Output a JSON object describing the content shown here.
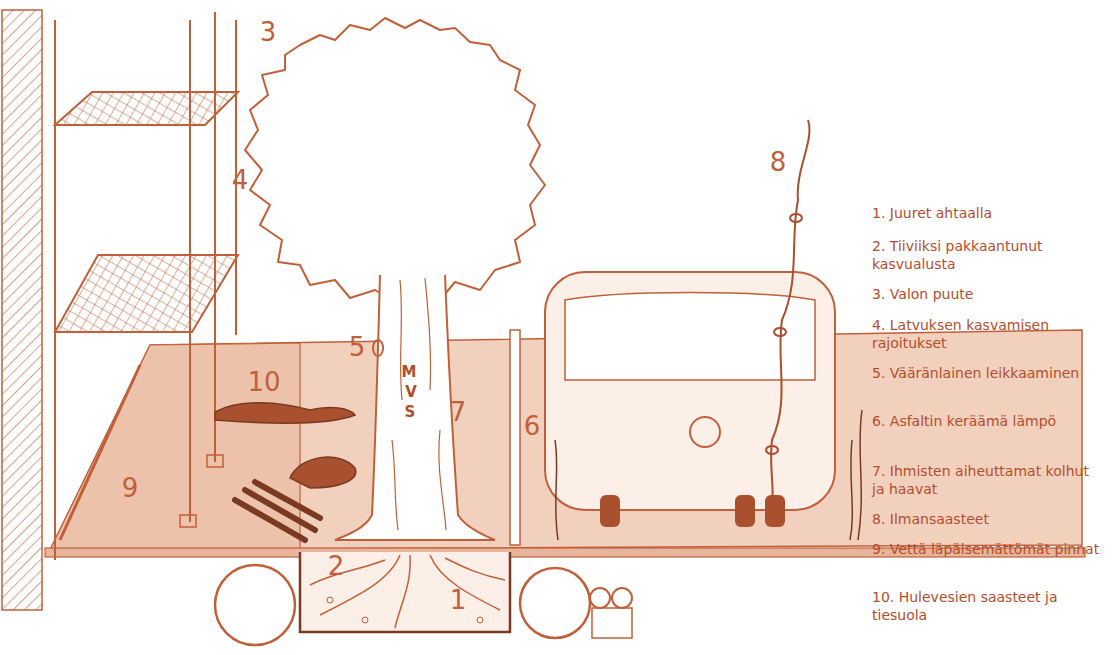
{
  "diagram": {
    "labels": [
      "3",
      "8",
      "4",
      "5",
      "10",
      "M",
      "V",
      "S",
      "7",
      "6",
      "9",
      "2",
      "1",
      "1. Juuret ahtaalla",
      "2. Tiiviiksi pakkaantunut kasvualusta",
      "3. Valon puute",
      "4. Latvuksen kasvamisen rajoitukset",
      "5. Vääränlainen leikkaaminen",
      "6. Asfaltin keräämä lämpö",
      "7. Ihmisten aiheuttamat kolhut ja haavat",
      "8. Ilmansaasteet",
      "9. Vettä läpäisemättömät pinnat",
      "10. Hulevesien saasteet ja tiesuola"
    ]
  }
}
